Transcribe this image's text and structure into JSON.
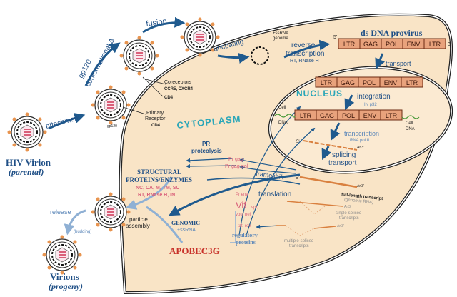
{
  "title_labels": {
    "hiv_virion": "HIV Virion",
    "parental": "(parental)",
    "virions": "Virions",
    "progeny": "(progeny)"
  },
  "steps": {
    "attachment": "attachment",
    "gp120_change_1": "gp120",
    "gp120_change_2": "conformational Δ",
    "fusion": "fusion",
    "uncoating": "uncoating",
    "ssrna_genome_1": "+ssRNA",
    "ssrna_genome_2": "genome",
    "reverse_transcription_1": "reverse",
    "reverse_transcription_2": "transcription",
    "rt_enzymes": "RT, RNase H",
    "ds_dna_provirus": "ds DNA provirus",
    "transport": "transport",
    "integration": "integration",
    "in_p32": "IN p32",
    "transcription": "transcription",
    "rna_pol_ii": "RNA pol II",
    "splicing": "splicing",
    "splicing_transport": "transport",
    "pr": "PR",
    "proteolysis": "proteolysis",
    "frameshift": "frameshift",
    "translation": "translation",
    "particle": "particle",
    "assembly": "assembly",
    "release": "release",
    "budding": "(budding)"
  },
  "receptors": {
    "coreceptors": "Coreceptors",
    "ccr5_cxcr4": "CCR5, CXCR4",
    "cd4_top": "CD4",
    "primary": "Primary",
    "receptor": "Receptor",
    "cd4": "CD4",
    "gp120": "gp120"
  },
  "compartments": {
    "cytoplasm": "CYTOPLASM",
    "nucleus": "NUCLEUS"
  },
  "genome": {
    "five_prime": "5'",
    "three_prime": "3'",
    "genes": [
      "LTR",
      "GAG",
      "POL",
      "ENV",
      "LTR"
    ],
    "cell_dna": "Cell",
    "dna": "DNA"
  },
  "proteins": {
    "pr_gag": "Pr gag",
    "pr_gag_pol": "Pr gag-pol",
    "pr_env": "Pr env",
    "structural": "STRUCTURAL",
    "proteins_enzymes": "PROTEINS/ENZYMES",
    "structural_list_1": "NC, CA, M, TM, SU",
    "structural_list_2": "RT, RNase H, IN",
    "genomic": "GENOMIC",
    "plus_ssrna": "+ssRNA",
    "apobec": "APOBEC3G",
    "vif": "Vif",
    "vpr": "vpr,",
    "vpu_nef": "vpu, nef",
    "tat_rev": "tat, rev",
    "regulatory": "regulatory",
    "regulatory_proteins": "proteins"
  },
  "transcripts": {
    "poly_a": "An3'",
    "full_length": "full-length transcript",
    "genomic_rna": "(genomic RNA)",
    "single_spliced_1": "single-spliced",
    "single_spliced_2": "transcripts",
    "multiple_spliced_1": "multiple-spliced",
    "multiple_spliced_2": "transcripts"
  },
  "colors": {
    "cell_fill": "#f9e4c6",
    "arrow_blue": "#1f5a8e",
    "protein_pink": "#d9607a",
    "apobec_red": "#c8322a",
    "gene_box": "#e8a27c"
  }
}
